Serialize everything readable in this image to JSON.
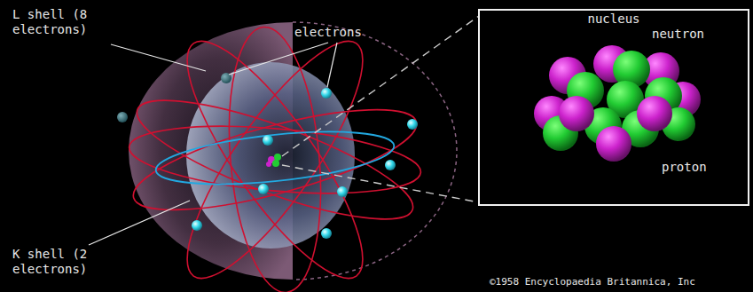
{
  "diagram": {
    "nodes": [
      {
        "text": [
          "nucleus"
        ]
      }
    ],
    "labels": [
      "L shell (8 electrons)",
      "electrons",
      "neutron",
      "proton",
      "K shell (2 electrons)",
      "©1958 Encyclopaedia Britannica, Inc"
    ]
  }
}
